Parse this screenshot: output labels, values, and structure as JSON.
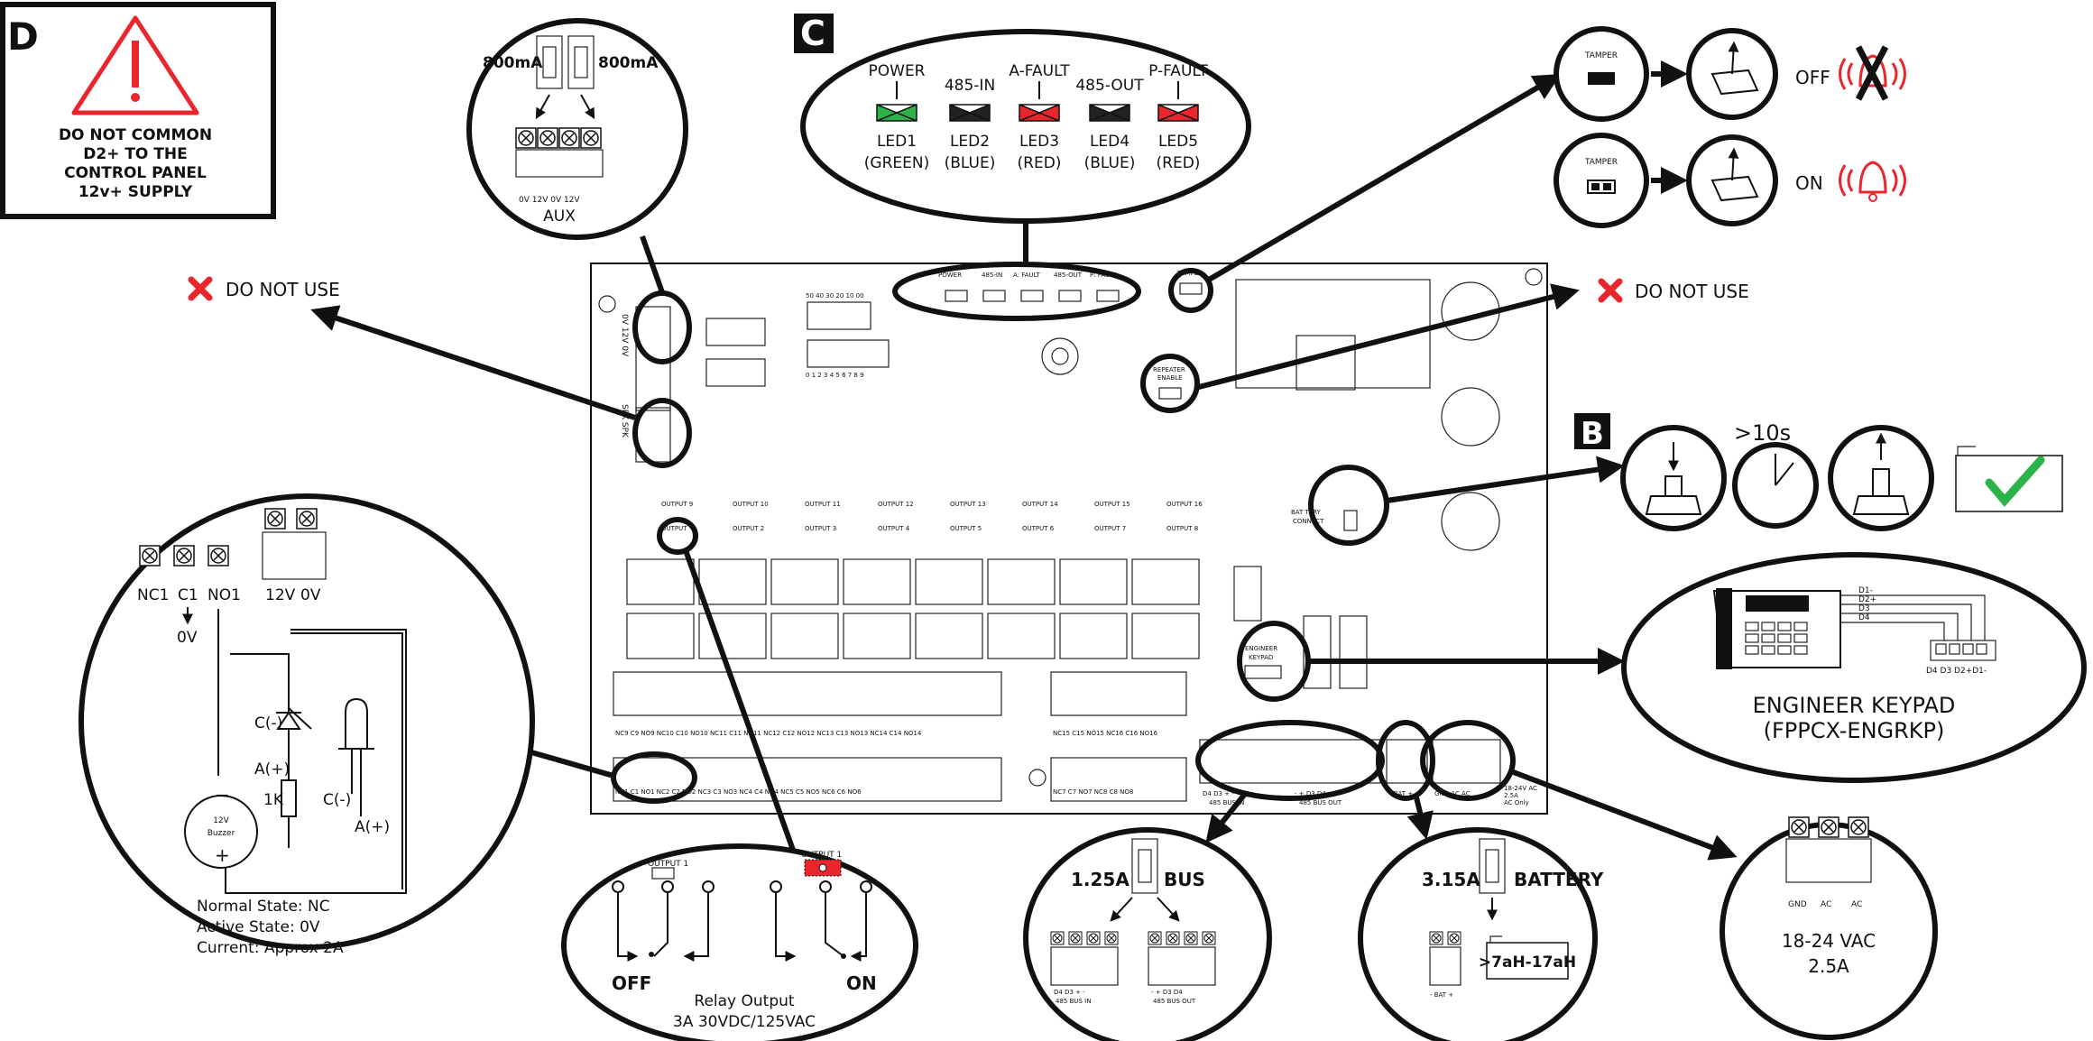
{
  "section_labels": {
    "b": "B",
    "c": "C",
    "d": "D"
  },
  "warning_d": {
    "lines": [
      "DO NOT COMMON",
      "D2+ TO THE",
      "CONTROL PANEL",
      "12v+ SUPPLY"
    ]
  },
  "do_not_use": "DO NOT USE",
  "aux_callout": {
    "fuse_left": "800mA",
    "fuse_right": "800mA",
    "terminals": "0V 12V 0V 12V",
    "title": "AUX"
  },
  "led_callout": {
    "leds": [
      {
        "name": "POWER",
        "id": "LED1",
        "color_label": "(GREEN)",
        "fill": "#2bb34a"
      },
      {
        "name": "485-IN",
        "id": "LED2",
        "color_label": "(BLUE)",
        "fill": "#222222"
      },
      {
        "name": "A-FAULT",
        "id": "LED3",
        "color_label": "(RED)",
        "fill": "#e8262c"
      },
      {
        "name": "485-OUT",
        "id": "LED4",
        "color_label": "(BLUE)",
        "fill": "#222222"
      },
      {
        "name": "P-FAULT",
        "id": "LED5",
        "color_label": "(RED)",
        "fill": "#e8262c"
      }
    ]
  },
  "tamper": {
    "label": "TAMPER",
    "off": {
      "state": "OFF"
    },
    "on": {
      "state": "ON"
    }
  },
  "battery_connect": {
    "timer": ">10s"
  },
  "engineer_keypad": {
    "title": "ENGINEER KEYPAD",
    "model": "(FPPCX-ENGRKP)",
    "wires": [
      "D1-",
      "D2+",
      "D3",
      "D4"
    ],
    "terminals": "D4 D3 D2+D1-"
  },
  "relay_wiring": {
    "terminals_left": [
      "NC1",
      "C1",
      "NO1"
    ],
    "terminals_right": [
      "12V",
      "0V"
    ],
    "c1_ref": "0V",
    "diode_c": "C(-)",
    "diode_a": "A(+)",
    "resistor": "1K",
    "led_c": "C(-)",
    "led_a": "A(+)",
    "buzzer": [
      "12V",
      "Buzzer"
    ],
    "notes": [
      "Normal State: NC",
      "Active State: 0V",
      "Current: Approx 2A"
    ]
  },
  "relay_output": {
    "output_label": "OUTPUT 1",
    "off": "OFF",
    "on": "ON",
    "title": "Relay Output",
    "rating": "3A 30VDC/125VAC"
  },
  "bus_callout": {
    "fuse": "1.25A",
    "label": "BUS",
    "left_terms": "D4 D3 + -",
    "left_title": "485 BUS IN",
    "right_terms": "- + D3 D4",
    "right_title": "485 BUS OUT"
  },
  "battery_callout": {
    "fuse": "3.15A",
    "label": "BATTERY",
    "terms": "- BAT +",
    "battery": ">7aH-17aH"
  },
  "ac_callout": {
    "terms": [
      "GND",
      "AC",
      "AC"
    ],
    "voltage": "18-24 VAC",
    "current": "2.5A"
  },
  "board": {
    "leds": [
      "POWER",
      "485-IN",
      "A: FAULT",
      "485-OUT",
      "P: FAULT"
    ],
    "tamper": "TAMPER",
    "repeater": [
      "REPEATER",
      "ENABLE"
    ],
    "battery": [
      "BAT TERY",
      "CONNECT"
    ],
    "engineer": [
      "ENGINEER",
      "KEYPAD"
    ],
    "aux_side": "0V 12V 0V",
    "spk_side": "SPK SPK",
    "dip_top": "50 40 30 20 10 00",
    "dip_bottom": "0 1 2 3 4 5 6 7 8 9",
    "outputs_top": [
      "OUTPUT 9",
      "OUTPUT 10",
      "OUTPUT 11",
      "OUTPUT 12",
      "OUTPUT 13",
      "OUTPUT 14",
      "OUTPUT 15",
      "OUTPUT 16"
    ],
    "outputs_bottom": [
      "OUTPUT",
      "OUTPUT 2",
      "OUTPUT 3",
      "OUTPUT 4",
      "OUTPUT 5",
      "OUTPUT 6",
      "OUTPUT 7",
      "OUTPUT 8"
    ],
    "row1_labels": "NC9 C9 NO9 NC10 C10 NO10 NC11 C11 NO11 NC12 C12 NO12 NC13 C13 NO13 NC14 C14 NO14",
    "row1b_labels": "NC15 C15 NO15 NC16 C16 NO16",
    "row2_labels": "NC1 C1 NO1 NC2 C2 NO2 NC3 C3 NO3 NC4 C4 NO4 NC5 C5 NO5 NC6 C6 NO6",
    "row2b_labels": "NC7 C7 NO7 NC8 C8 NO8",
    "bus_in": "D4 D3 + -",
    "bus_in_title": "485 BUS IN",
    "bus_out": "- + D3 D4",
    "bus_out_title": "485 BUS OUT",
    "bat_terms": "- BAT +",
    "ac_terms": "GND AC AC",
    "ac_note": [
      "18-24V AC",
      "2.5A",
      "AC Only"
    ]
  }
}
